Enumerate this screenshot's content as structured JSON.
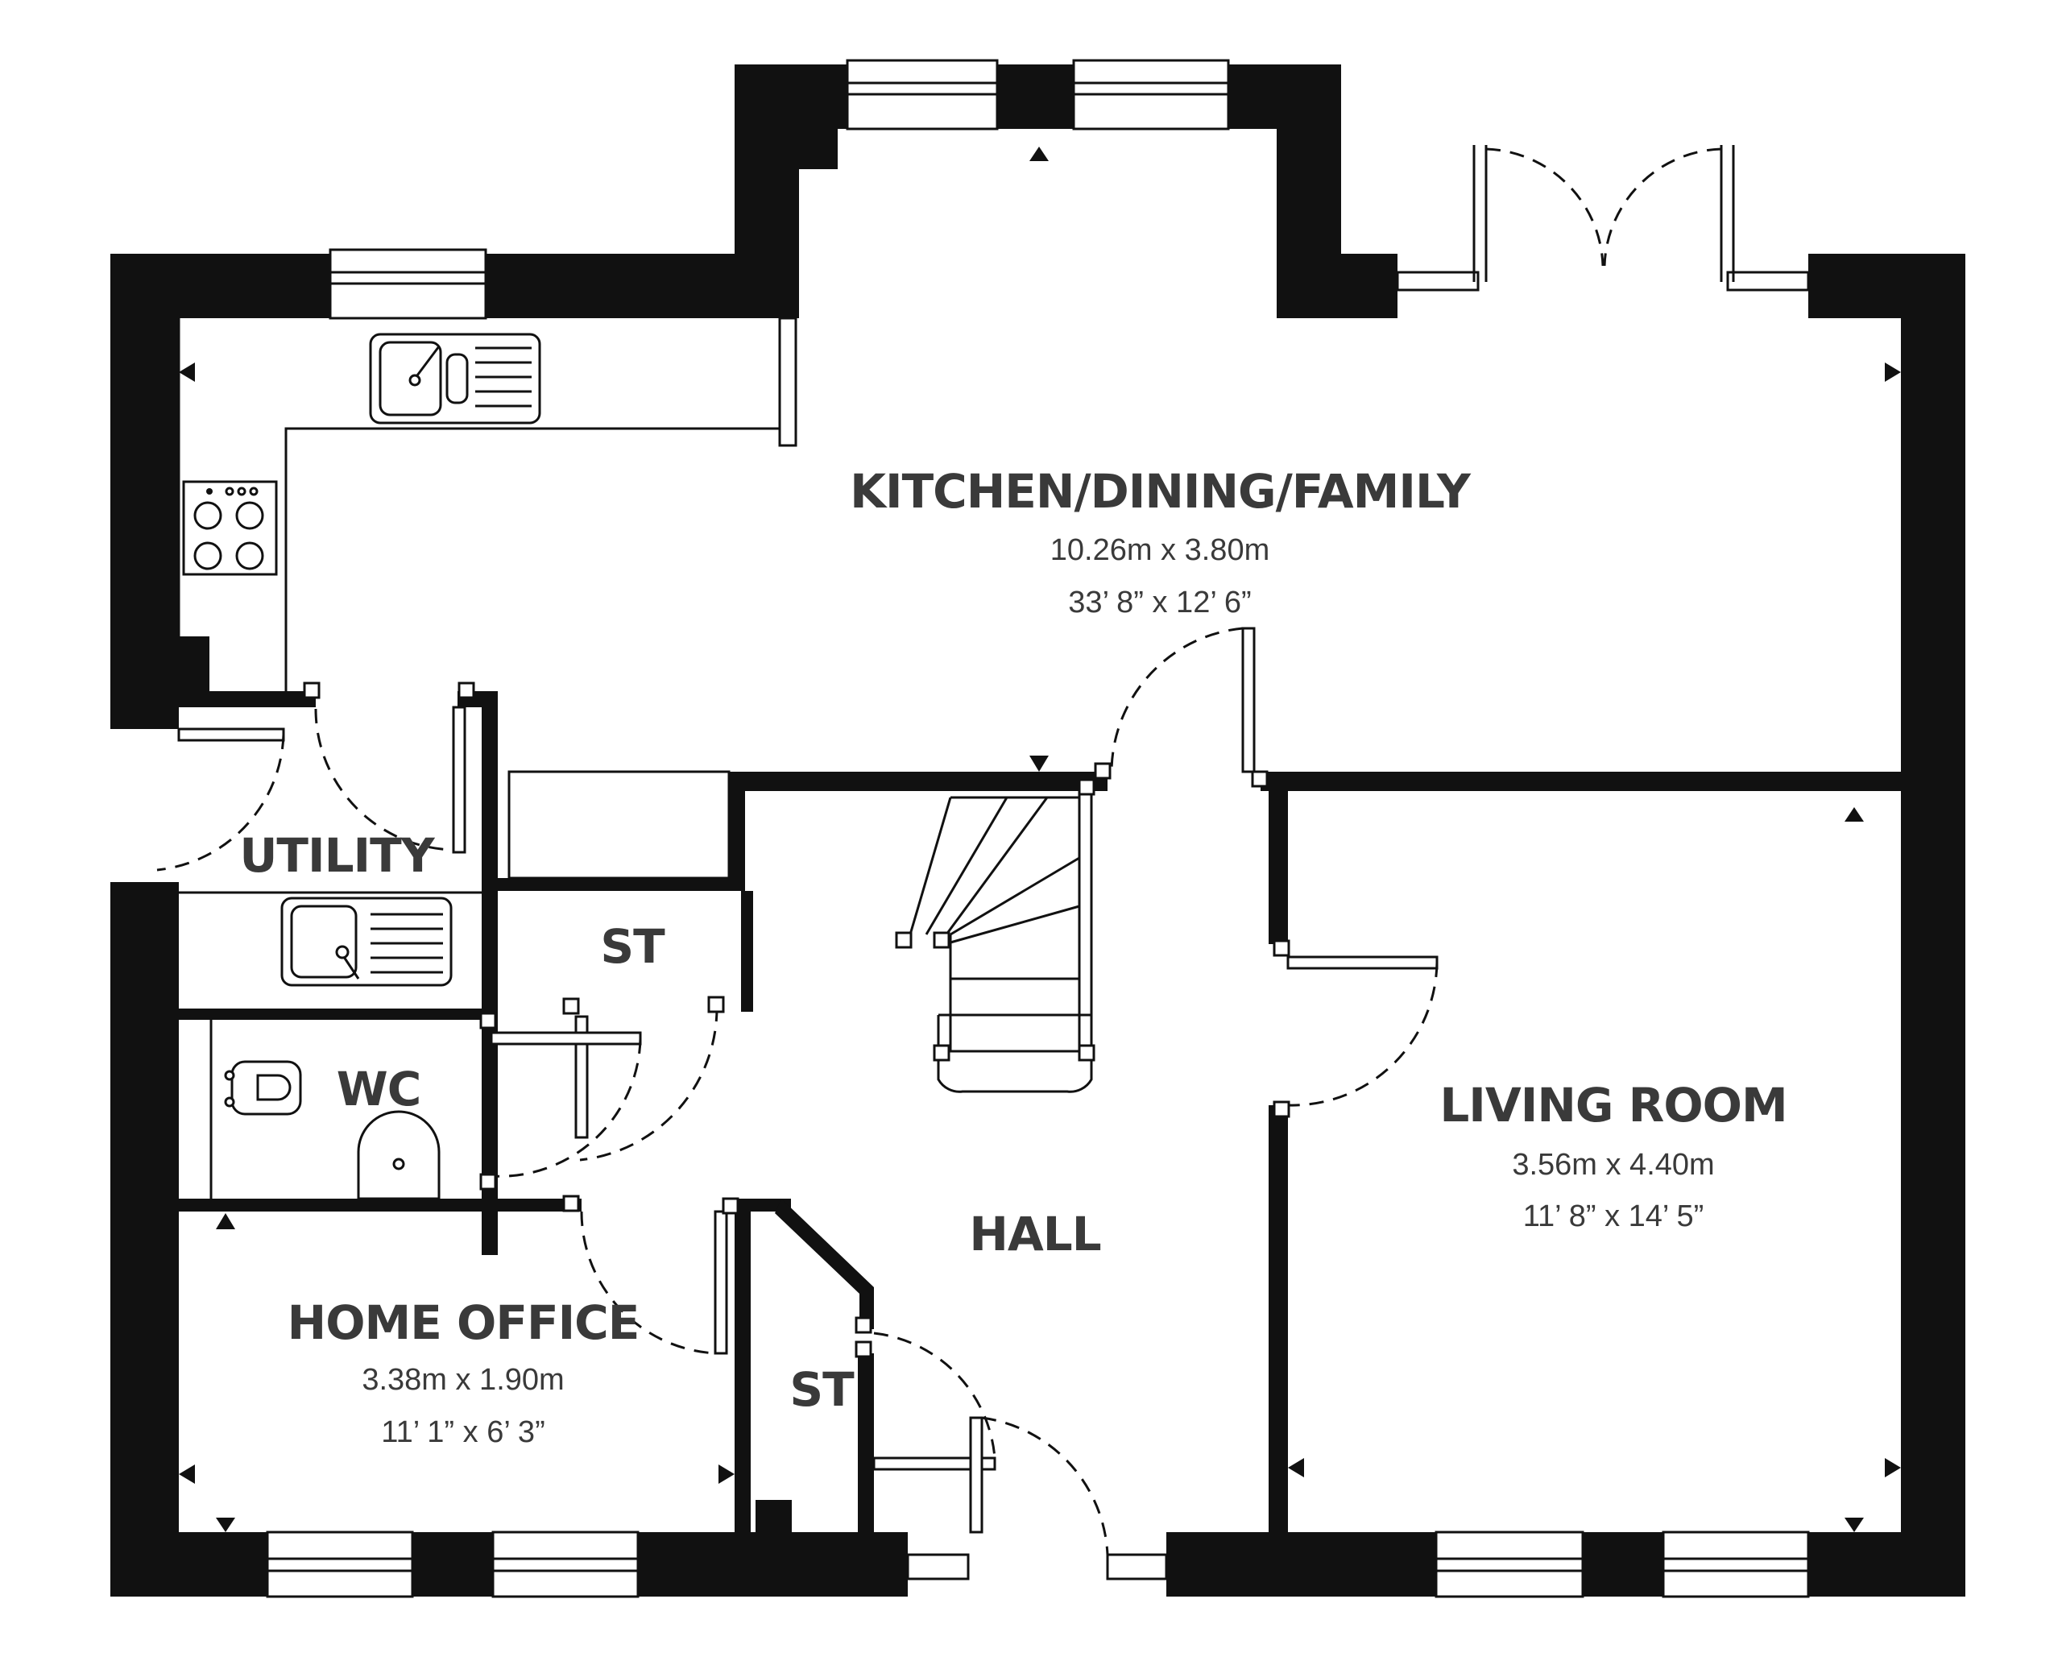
{
  "rooms": {
    "kitchen": {
      "name": "KITCHEN/DINING/FAMILY",
      "metric": "10.26m x 3.80m",
      "imperial": "33’ 8” x 12’ 6”"
    },
    "utility": {
      "name": "UTILITY"
    },
    "store_upper": {
      "name": "ST"
    },
    "wc": {
      "name": "WC"
    },
    "hall": {
      "name": "HALL"
    },
    "living": {
      "name": "LIVING ROOM",
      "metric": "3.56m x 4.40m",
      "imperial": "11’ 8” x 14’ 5”"
    },
    "office": {
      "name": "HOME OFFICE",
      "metric": "3.38m x 1.90m",
      "imperial": "11’ 1” x 6’ 3”"
    },
    "store_lower": {
      "name": "ST"
    }
  },
  "colors": {
    "wall": "#111111",
    "text": "#3a3a3a",
    "background": "#ffffff"
  }
}
